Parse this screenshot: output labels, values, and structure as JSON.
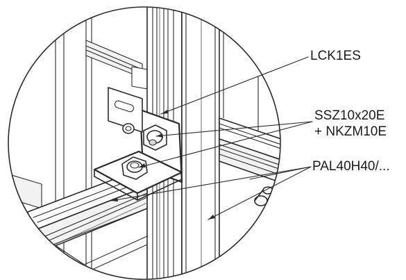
{
  "callouts": {
    "bracket": "LCK1ES",
    "screw_line1": "SSZ10x20E",
    "screw_line2": "+ NKZM10E",
    "profile": "PAL40H40/..."
  }
}
